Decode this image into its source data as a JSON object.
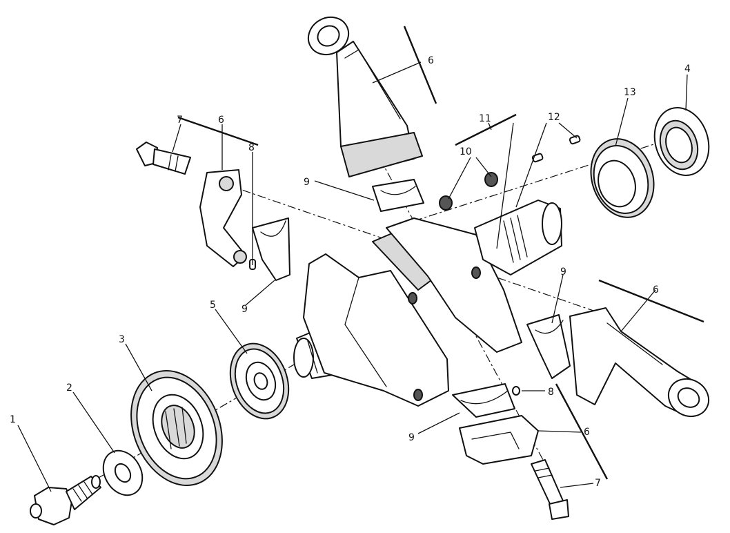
{
  "diagram": {
    "callouts": {
      "c1": "1",
      "c2": "2",
      "c3": "3",
      "c4": "4",
      "c5": "5",
      "c6_top": "6",
      "c6_left": "6",
      "c6_right": "6",
      "c6_bottom": "6",
      "c7_left": "7",
      "c7_bottom": "7",
      "c8_left": "8",
      "c8_right": "8",
      "c9_top": "9",
      "c9_left": "9",
      "c9_right": "9",
      "c9_bottom": "9",
      "c10": "10",
      "c11": "11",
      "c12": "12",
      "c13": "13"
    }
  }
}
